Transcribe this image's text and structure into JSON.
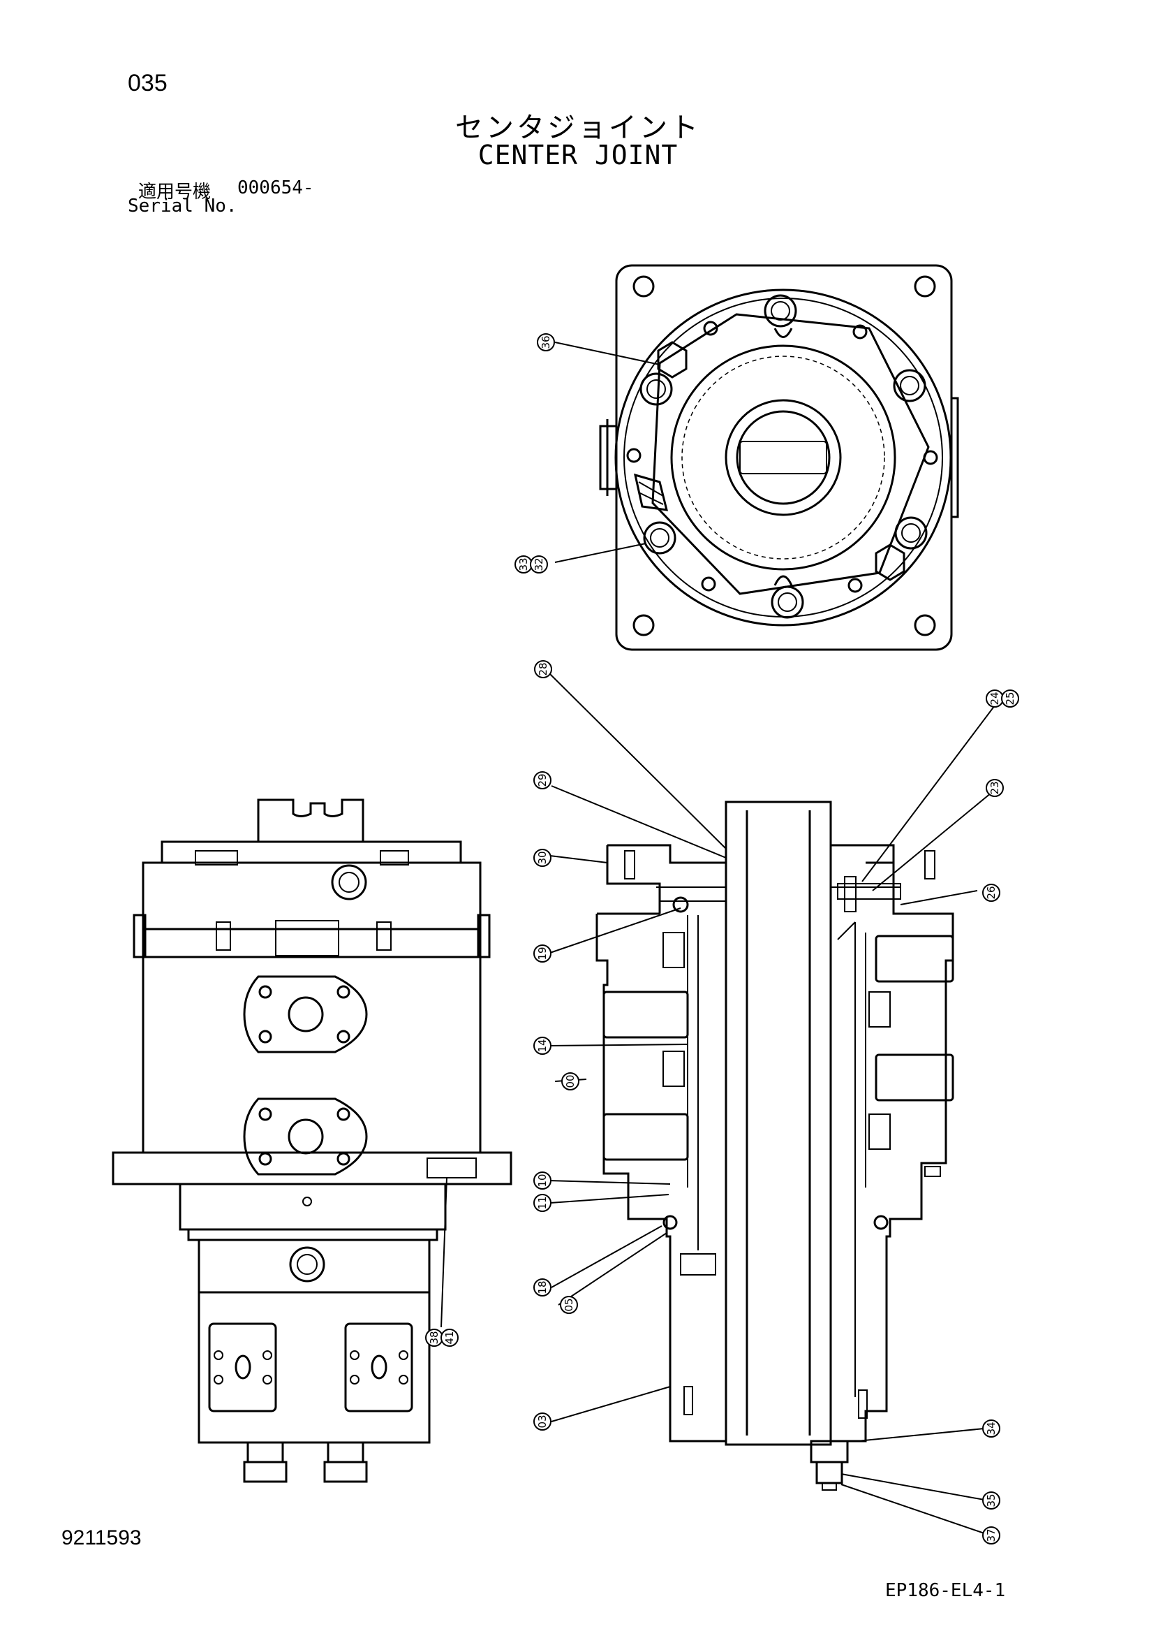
{
  "header": {
    "page_number": "035",
    "title_ja": "センタジョイント",
    "title_en": "CENTER JOINT",
    "serial_label_ja": "適用号機",
    "serial_value": "000654-",
    "serial_label_en": "Serial No."
  },
  "footer": {
    "drawing_number": "9211593",
    "sheet_code": "EP186-EL4-1"
  },
  "callouts": [
    {
      "id": "36",
      "text": "36"
    },
    {
      "id": "33",
      "text": "33"
    },
    {
      "id": "32",
      "text": "32"
    },
    {
      "id": "28",
      "text": "28"
    },
    {
      "id": "24",
      "text": "24"
    },
    {
      "id": "25",
      "text": "25"
    },
    {
      "id": "29",
      "text": "29"
    },
    {
      "id": "23",
      "text": "23"
    },
    {
      "id": "30",
      "text": "30"
    },
    {
      "id": "26",
      "text": "26"
    },
    {
      "id": "19",
      "text": "19"
    },
    {
      "id": "14",
      "text": "14"
    },
    {
      "id": "00",
      "text": "00"
    },
    {
      "id": "10",
      "text": "10"
    },
    {
      "id": "11",
      "text": "11"
    },
    {
      "id": "18",
      "text": "18"
    },
    {
      "id": "05",
      "text": "05"
    },
    {
      "id": "03",
      "text": "03"
    },
    {
      "id": "38",
      "text": "38"
    },
    {
      "id": "41",
      "text": "41"
    },
    {
      "id": "34",
      "text": "34"
    },
    {
      "id": "35",
      "text": "35"
    },
    {
      "id": "37",
      "text": "37"
    }
  ]
}
